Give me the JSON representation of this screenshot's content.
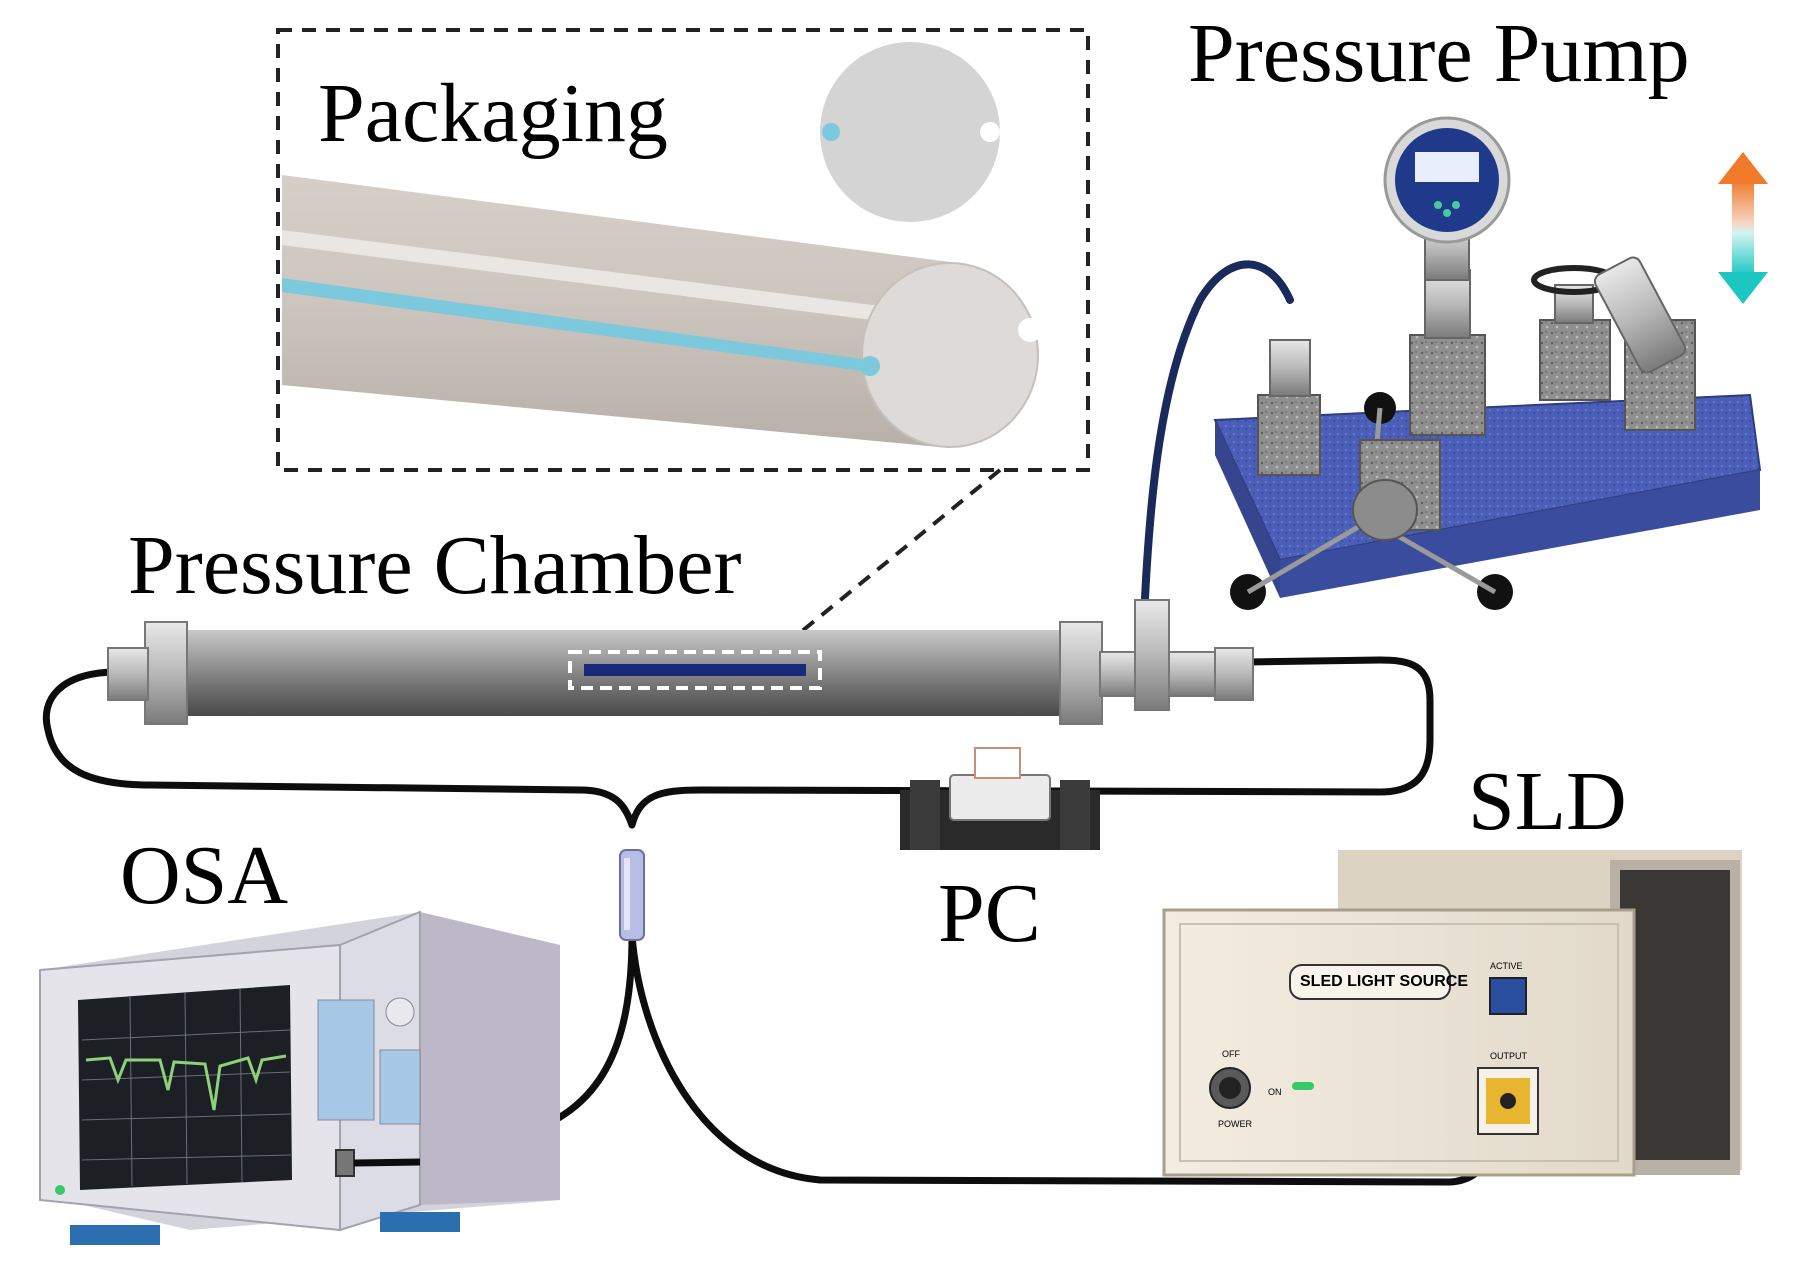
{
  "labels": {
    "packaging": "Packaging",
    "pressure_pump": "Pressure Pump",
    "pressure_chamber": "Pressure Chamber",
    "sld": "SLD",
    "osa": "OSA",
    "pc": "PC"
  },
  "sld_panel": {
    "nameplate": "SLED LIGHT SOURCE",
    "active": "ACTIVE",
    "output": "OUTPUT",
    "off": "OFF",
    "on": "ON",
    "power": "POWER"
  },
  "colors": {
    "fiber": "#0d0d0d",
    "fiber_core": "#7cc8dc",
    "chamber_steel": "#8a8a8a",
    "pump_base": "#4b5fb8",
    "sld_body": "#efe6d8",
    "osa_body": "#e4e4ea",
    "osa_screen_trace": "#8fd07a",
    "arrow_up": "#f07a2a",
    "arrow_down": "#1cc7c2"
  },
  "icons": {
    "pressure_direction": "up-down-arrow-icon"
  }
}
